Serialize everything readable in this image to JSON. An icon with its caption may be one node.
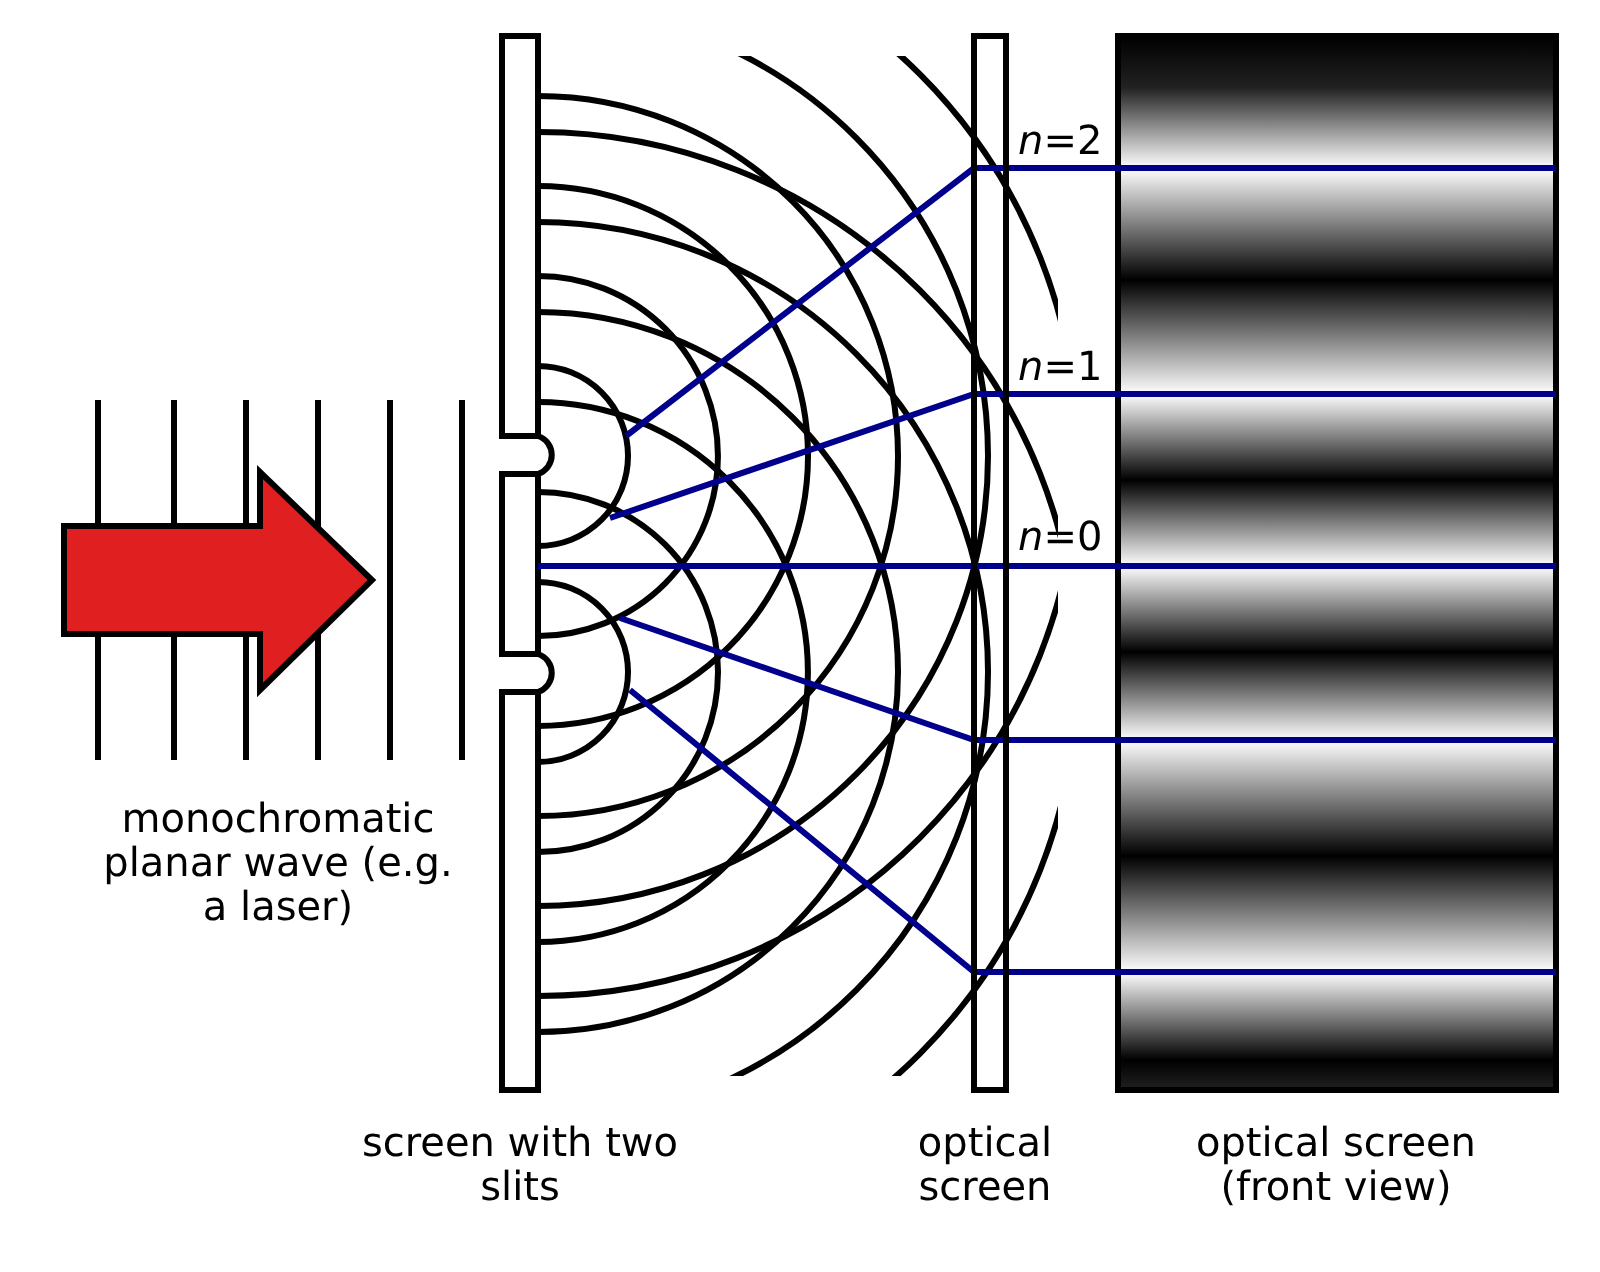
{
  "diagram": {
    "labels": [
      "*n*=2",
      "*n*=1",
      "*n*=0",
      "monochromatic planar wave (e.g. a laser)",
      "screen with two slits",
      "optical screen",
      "optical screen (front view)"
    ]
  }
}
